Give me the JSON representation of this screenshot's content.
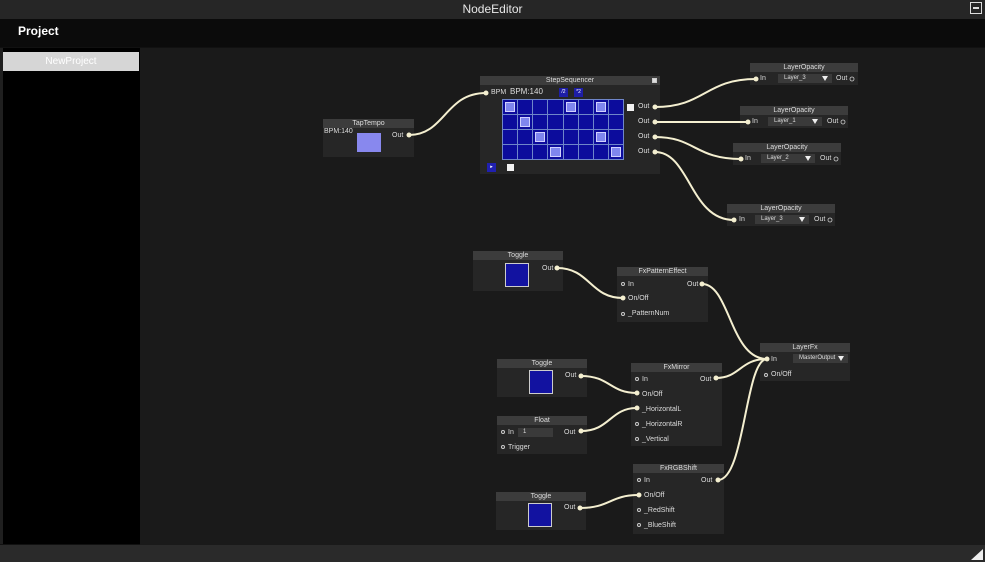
{
  "app": {
    "title": "NodeEditor"
  },
  "menu": {
    "project": "Project"
  },
  "sidebar": {
    "items": [
      {
        "label": "NewProject"
      }
    ]
  },
  "nodes": {
    "taptempo": {
      "title": "TapTempo",
      "bpm": "BPM:140",
      "out": "Out"
    },
    "sequencer": {
      "title": "StepSequencer",
      "bpm_label": "BPM",
      "bpm_value": "BPM:140",
      "div_half": "/2",
      "mul_two": "*2",
      "outs": [
        "Out",
        "Out",
        "Out",
        "Out"
      ],
      "pattern": [
        [
          1,
          0,
          0,
          0,
          1,
          0,
          1,
          0
        ],
        [
          0,
          1,
          0,
          0,
          0,
          0,
          0,
          0
        ],
        [
          0,
          0,
          1,
          0,
          0,
          0,
          1,
          0
        ],
        [
          0,
          0,
          0,
          1,
          0,
          0,
          0,
          1
        ]
      ],
      "play": "▸"
    },
    "opacity1": {
      "title": "LayerOpacity",
      "in": "In",
      "layer": "Layer_3",
      "out": "Out"
    },
    "opacity2": {
      "title": "LayerOpacity",
      "in": "In",
      "layer": "Layer_1",
      "out": "Out"
    },
    "opacity3": {
      "title": "LayerOpacity",
      "in": "In",
      "layer": "Layer_2",
      "out": "Out"
    },
    "opacity4": {
      "title": "LayerOpacity",
      "in": "In",
      "layer": "Layer_3",
      "out": "Out"
    },
    "toggle1": {
      "title": "Toggle",
      "out": "Out"
    },
    "toggle2": {
      "title": "Toggle",
      "out": "Out"
    },
    "toggle3": {
      "title": "Toggle",
      "out": "Out"
    },
    "fxpattern": {
      "title": "FxPatternEffect",
      "in": "In",
      "out": "Out",
      "onoff": "On/Off",
      "param": "_PatternNum"
    },
    "layerfx": {
      "title": "LayerFx",
      "in": "In",
      "target": "MasterOutput",
      "onoff": "On/Off"
    },
    "fxmirror": {
      "title": "FxMirror",
      "in": "In",
      "out": "Out",
      "onoff": "On/Off",
      "p1": "_HorizontalL",
      "p2": "_HorizontalR",
      "p3": "_Vertical"
    },
    "float": {
      "title": "Float",
      "in": "In",
      "value": "1",
      "out": "Out",
      "trigger": "Trigger"
    },
    "fxrgb": {
      "title": "FxRGBShift",
      "in": "In",
      "out": "Out",
      "onoff": "On/Off",
      "p1": "_RedShift",
      "p2": "_BlueShift"
    }
  },
  "colors": {
    "wire": "#f4efd0",
    "toggle": "#1212a0",
    "grid": "#0c0c9c"
  }
}
